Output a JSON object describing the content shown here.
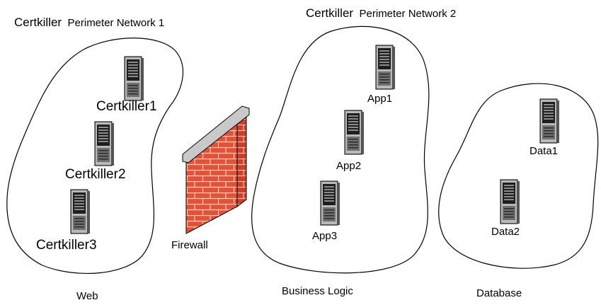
{
  "networks": {
    "network1": {
      "brand": "Certkiller",
      "name": "Perimeter Network 1"
    },
    "network2": {
      "brand": "Certkiller",
      "name": "Perimeter Network 2"
    }
  },
  "zones": {
    "web": {
      "label": "Web",
      "servers": [
        {
          "label": "Certkiller1"
        },
        {
          "label": "Certkiller2"
        },
        {
          "label": "Certkiller3"
        }
      ]
    },
    "business": {
      "label": "Business Logic",
      "servers": [
        {
          "label": "App1"
        },
        {
          "label": "App2"
        },
        {
          "label": "App3"
        }
      ]
    },
    "database": {
      "label": "Database",
      "servers": [
        {
          "label": "Data1"
        },
        {
          "label": "Data2"
        }
      ]
    }
  },
  "firewall": {
    "label": "Firewall"
  },
  "colors": {
    "brick": "#e0523a",
    "mortar": "#f4c9b8",
    "coping": "#c9c9c9",
    "server_body": "#8a8a8a",
    "server_dark": "#2b2b2b",
    "outline": "#000000"
  }
}
